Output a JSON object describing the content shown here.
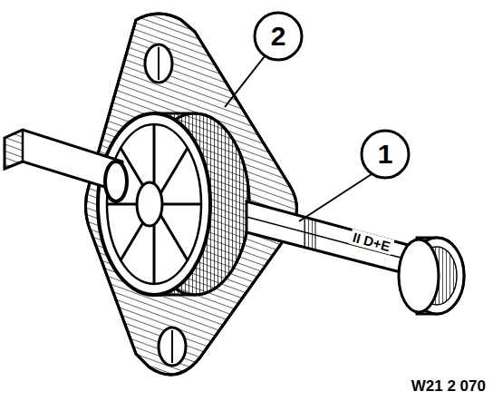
{
  "diagram": {
    "labels": [
      "2",
      "1",
      "II D+E",
      "W21 2 070"
    ]
  }
}
